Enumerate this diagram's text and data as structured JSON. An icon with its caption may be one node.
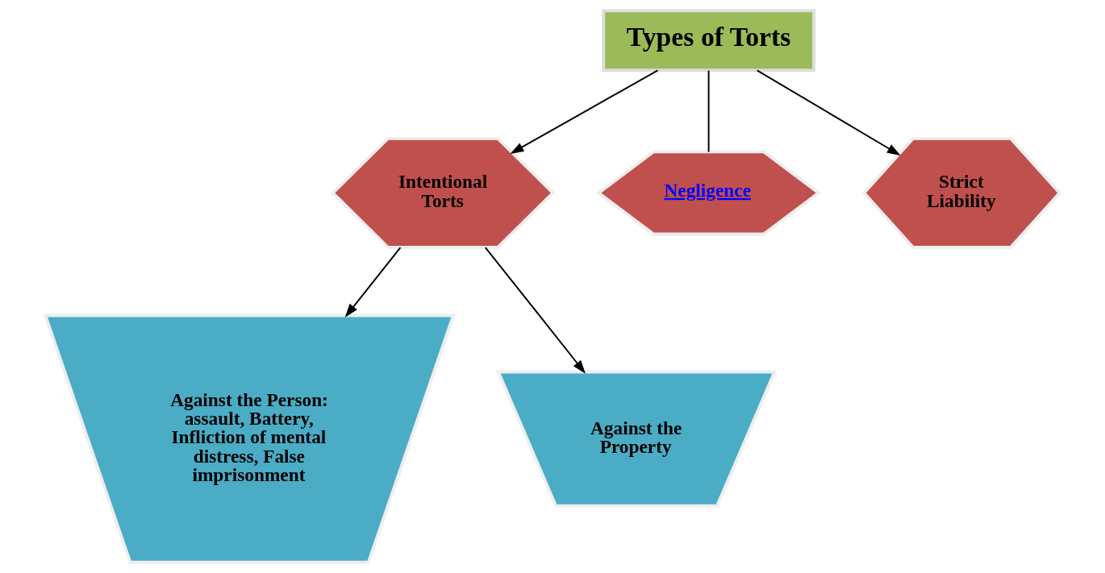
{
  "diagram": {
    "nodes": [
      {
        "text": [
          "Types of Torts"
        ]
      },
      {
        "text": [
          "Intentional Torts"
        ]
      },
      {
        "text": [
          "Negligence"
        ]
      },
      {
        "text": [
          "Strict Liability"
        ]
      },
      {
        "text": [
          "Against the Person: assault, Battery, Infliction of mental distress, False imprisonment"
        ]
      },
      {
        "text": [
          "Against the Property"
        ]
      }
    ],
    "edges": [
      {
        "from": 0,
        "to": 1,
        "arrow": "to"
      },
      {
        "from": 0,
        "to": 2,
        "arrow": "none"
      },
      {
        "from": 0,
        "to": 3,
        "arrow": "to"
      },
      {
        "from": 1,
        "to": 4,
        "arrow": "to"
      },
      {
        "from": 1,
        "to": 5,
        "arrow": "to"
      }
    ]
  }
}
